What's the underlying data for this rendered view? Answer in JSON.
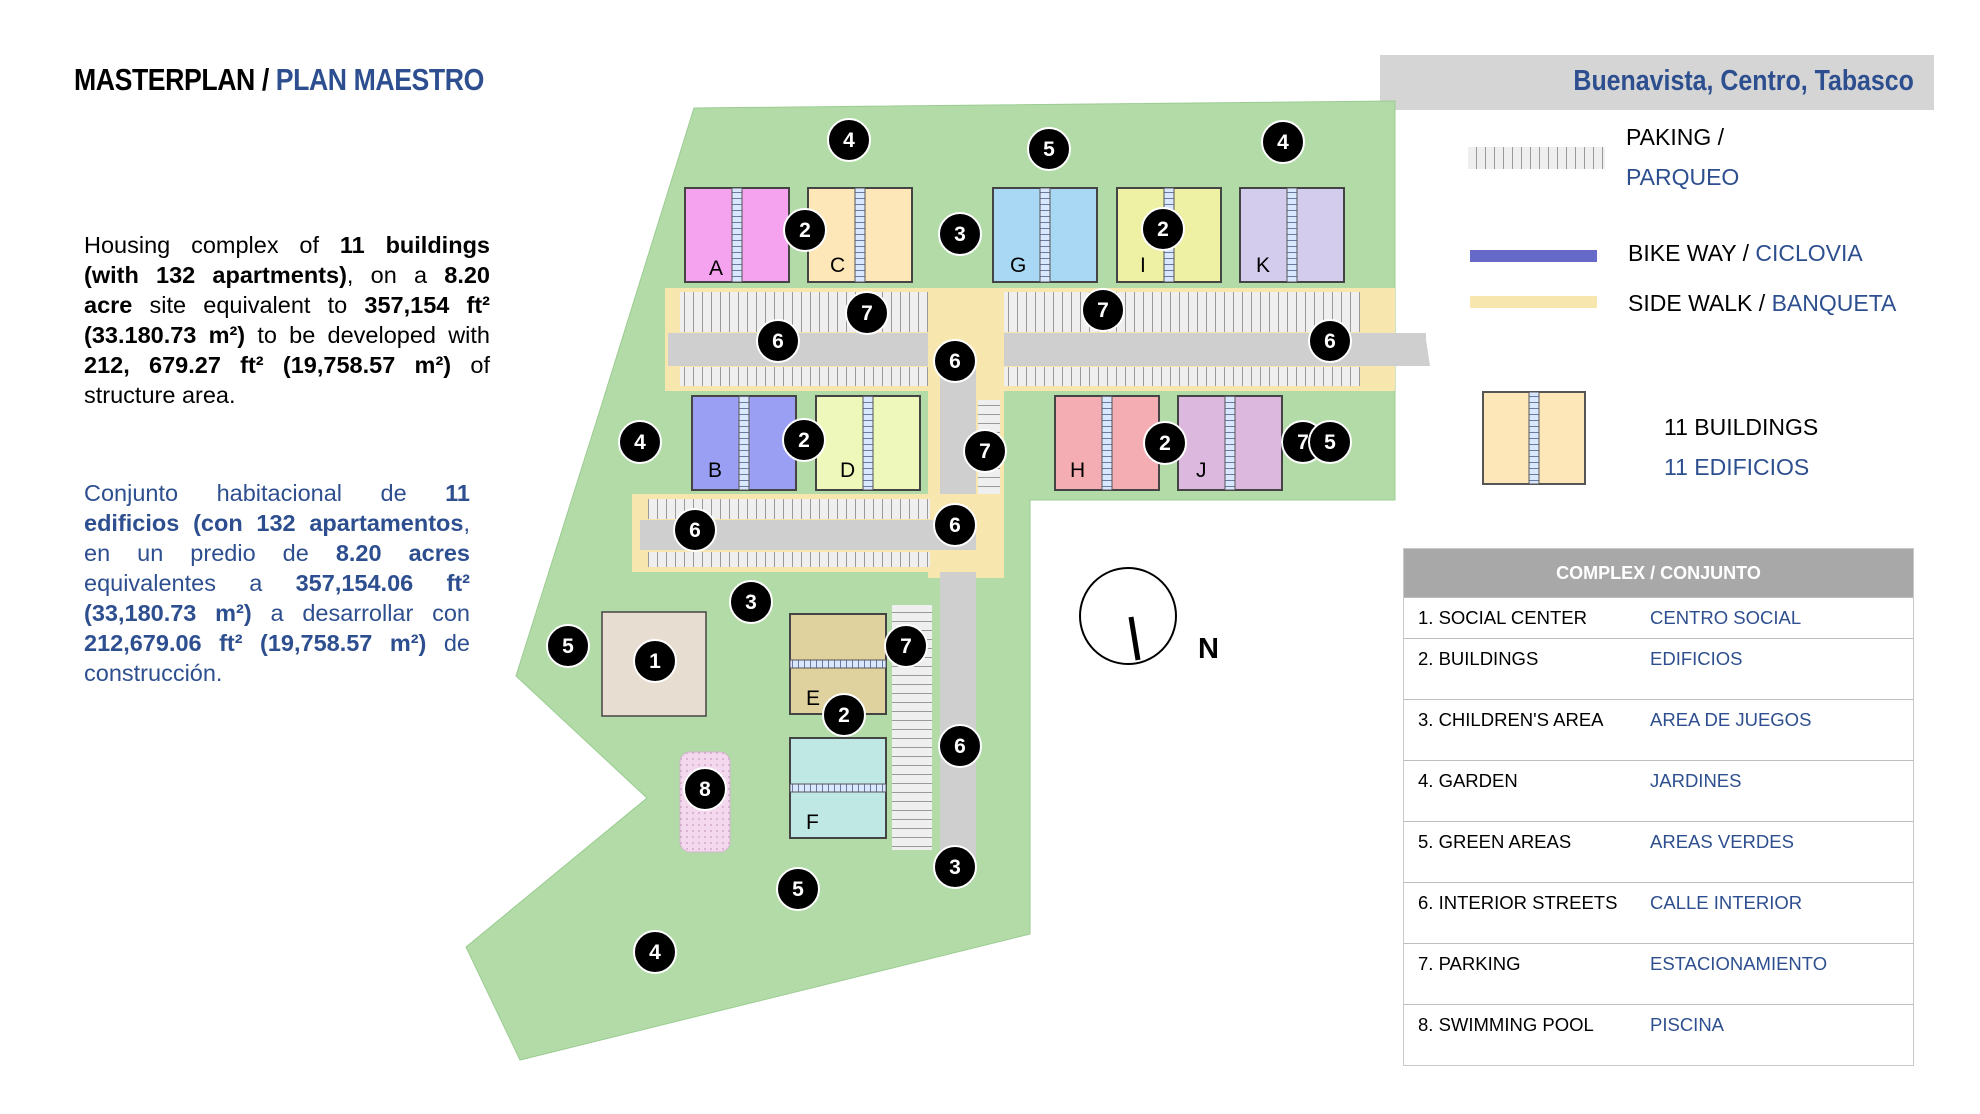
{
  "title": {
    "main": "MASTERPLAN /",
    "translation": "PLAN MAESTRO"
  },
  "location": "Buenavista, Centro, Tabasco",
  "description_en": {
    "lines": [
      [
        "Housing complex of ",
        "11 buildings"
      ],
      [
        "(with 132 apartments)",
        ", on a ",
        "8.20"
      ],
      [
        "acre",
        " site equivalent to ",
        "357,154 ft²"
      ],
      [
        "(33.180.73 m²)",
        " to be developed with"
      ],
      [
        "212, 679.27 ft² (19,758.57 m²)",
        " of"
      ],
      [
        "structure area."
      ]
    ]
  },
  "description_es": {
    "lines": [
      [
        "Conjunto habitacional de ",
        "11"
      ],
      [
        "edificios (con 132 apartamentos",
        ","
      ],
      [
        "en un predio de ",
        "8.20 acres"
      ],
      [
        "equivalentes a ",
        "357,154.06 ft²"
      ],
      [
        "(33,180.73 m²)",
        " a desarrollar con"
      ],
      [
        "212,679.06 ft² (19,758.57 m²)",
        " de"
      ],
      [
        "construcción."
      ]
    ]
  },
  "legend": {
    "parking_en": "PAKING /",
    "parking_es": "PARQUEO",
    "bikeway_en": "BIKE WAY /",
    "bikeway_es": "CICLOVIA",
    "sidewalk_en": "SIDE WALK /",
    "sidewalk_es": "BANQUETA",
    "buildings_en": "11 BUILDINGS",
    "buildings_es": "11 EDIFICIOS"
  },
  "table": {
    "header": "COMPLEX / CONJUNTO",
    "rows": [
      {
        "en": "1. SOCIAL CENTER",
        "es": "CENTRO SOCIAL"
      },
      {
        "en": "2. BUILDINGS",
        "es": "EDIFICIOS"
      },
      {
        "en": "3. CHILDREN'S AREA",
        "es": "AREA DE JUEGOS"
      },
      {
        "en": "4. GARDEN",
        "es": "JARDINES"
      },
      {
        "en": "5. GREEN AREAS",
        "es": "AREAS VERDES"
      },
      {
        "en": "6. INTERIOR STREETS",
        "es": "CALLE INTERIOR"
      },
      {
        "en": "7. PARKING",
        "es": "ESTACIONAMIENTO"
      },
      {
        "en": "8. SWIMMING POOL",
        "es": "PISCINA"
      }
    ]
  },
  "compass": {
    "label": "N"
  },
  "buildings": [
    {
      "id": "A",
      "color": "#f5a3ef"
    },
    {
      "id": "C",
      "color": "#fde6b7"
    },
    {
      "id": "G",
      "color": "#a8d8f3"
    },
    {
      "id": "I",
      "color": "#eef1a3"
    },
    {
      "id": "K",
      "color": "#d3ccec"
    },
    {
      "id": "B",
      "color": "#9a9ff4"
    },
    {
      "id": "D",
      "color": "#eef8bb"
    },
    {
      "id": "H",
      "color": "#f4aeb3"
    },
    {
      "id": "J",
      "color": "#ddb8de"
    },
    {
      "id": "E",
      "color": "#e0d29f"
    },
    {
      "id": "F",
      "color": "#bfe8e4"
    }
  ],
  "markers": [
    "4",
    "5",
    "4",
    "2",
    "3",
    "2",
    "7",
    "7",
    "6",
    "6",
    "6",
    "2",
    "7",
    "4",
    "2",
    "7",
    "6",
    "6",
    "5",
    "3",
    "5",
    "1",
    "7",
    "2",
    "8",
    "6",
    "3",
    "5",
    "4"
  ],
  "colors": {
    "site": "#b2dba8",
    "road": "#cfcfcf",
    "sidewalk": "#f7e6ad",
    "bikeway": "#6769c8",
    "accent": "#2e4f8f"
  }
}
